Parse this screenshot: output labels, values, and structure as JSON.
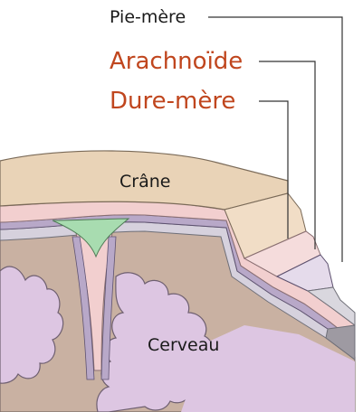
{
  "labels": {
    "pia_mater": "Pie-mère",
    "arachnoid": "Arachnoïde",
    "dura_mater": "Dure-mère",
    "skull": "Crâne",
    "brain": "Cerveau"
  },
  "colors": {
    "accent_label": "#c0461e",
    "dark_label": "#1a1a1a",
    "leader_line": "#333333",
    "skull": "#e9d3b7",
    "dura": "#f2cfcf",
    "arachnoid": "#b8a8c8",
    "pia": "#d6d1dd",
    "csf_sinus": "#a8dcb0",
    "brain_outer": "#c9b1a2",
    "brain_gyri": "#ddc6e2"
  }
}
